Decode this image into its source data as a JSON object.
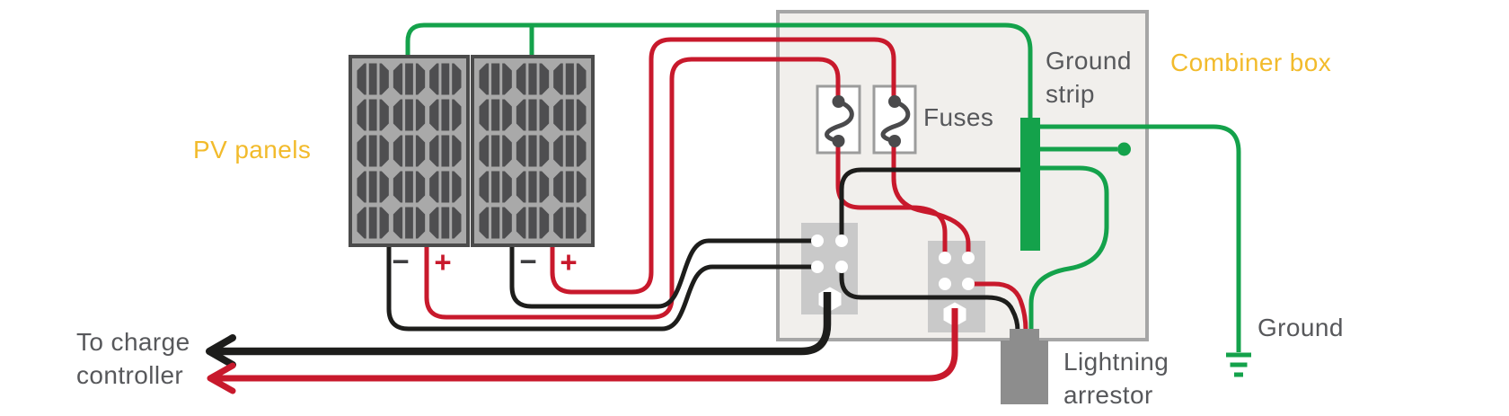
{
  "labels": {
    "pv_panels": "PV panels",
    "combiner_box": "Combiner box",
    "ground_strip_1": "Ground",
    "ground_strip_2": "strip",
    "fuses": "Fuses",
    "lightning_1": "Lightning",
    "lightning_2": "arrestor",
    "ground": "Ground",
    "to_charge_1": "To charge",
    "to_charge_2": "controller",
    "minus": "−",
    "plus": "+"
  },
  "panel": {
    "count": 2,
    "rows": 5,
    "cols": 3
  },
  "icons": {
    "ground_symbol": "earth-ground",
    "charge_controller_arrows": "left-arrows",
    "fuse_symbol": "s-curve-fuse"
  },
  "colors": {
    "accent": "#f2bb2c",
    "text": "#57585b",
    "positive": "#c8192c",
    "negative": "#1d1d1b",
    "ground": "#14a24b",
    "box_fill": "#f1efec",
    "box_border": "#a6a6a6",
    "block_fill": "#c9c9c9",
    "fuse_border": "#9c9c9c",
    "fuse_element": "#4a4a4c",
    "terminal": "#ffffff",
    "panel_frame": "#a9a9a9",
    "panel_border": "#4b4b4b",
    "panel_cell": "#4e4e50",
    "arrestor": "#8d8d8d"
  }
}
